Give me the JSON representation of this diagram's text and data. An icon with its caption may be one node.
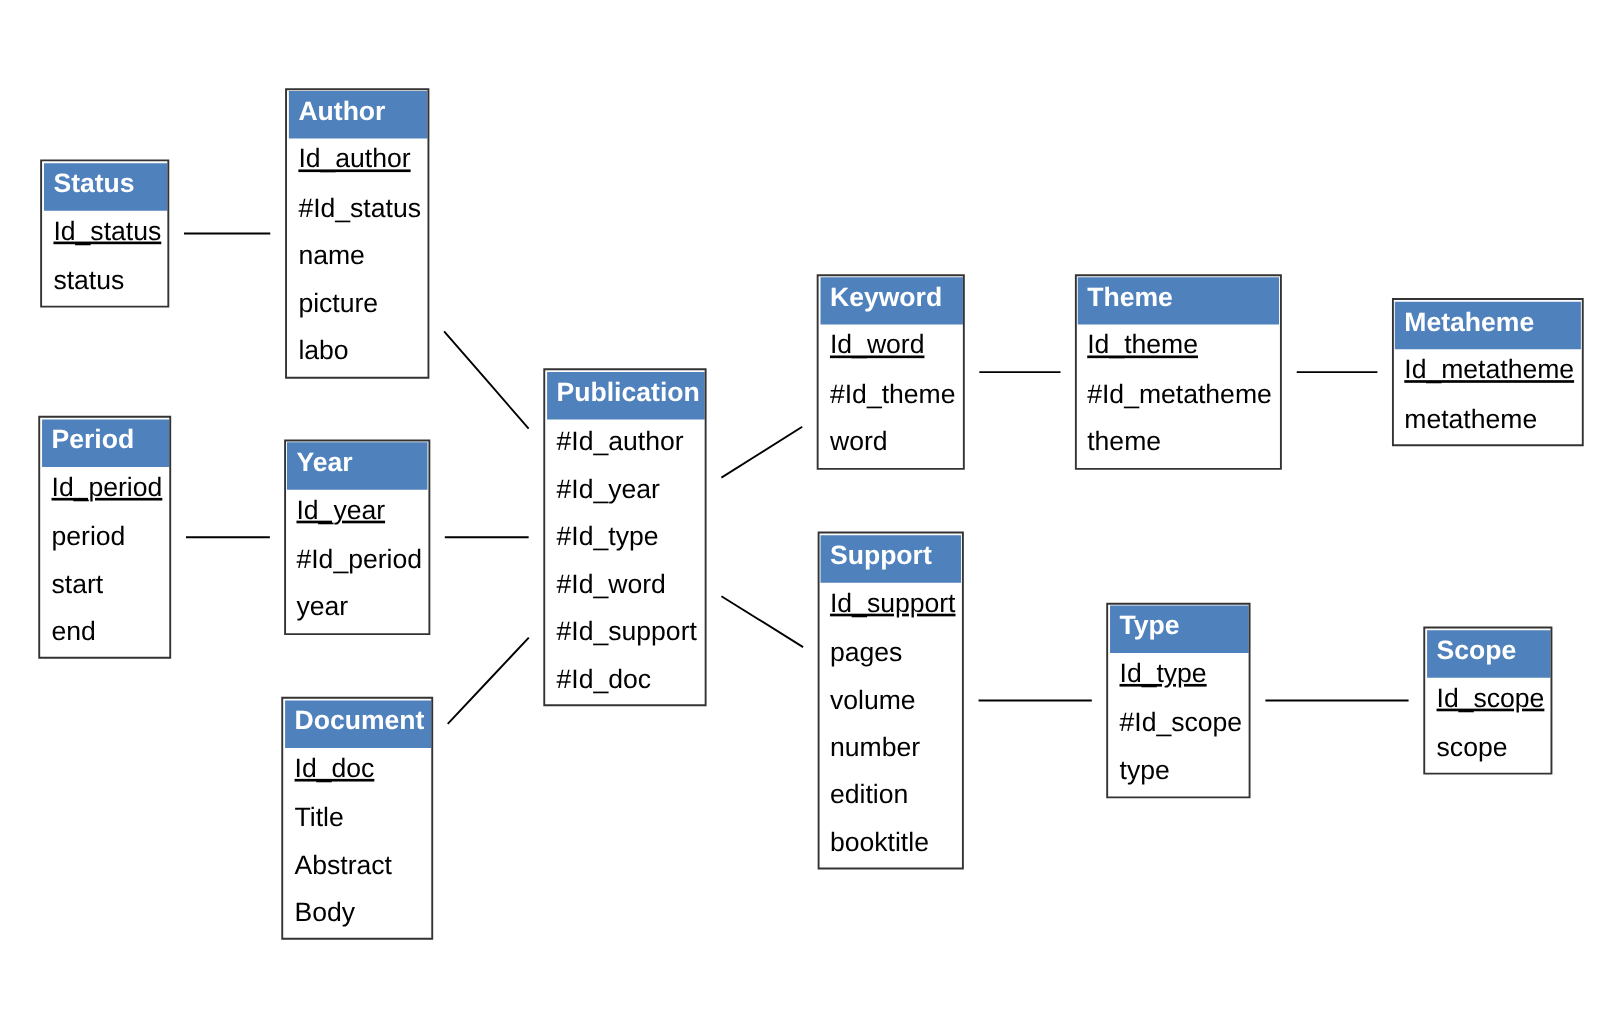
{
  "diagram": {
    "nodes": [
      {
        "text": [
          "Status",
          "Id_status",
          "status"
        ]
      },
      {
        "text": [
          "Author",
          "Id_author",
          "#Id_status",
          "name",
          "picture",
          "labo"
        ]
      },
      {
        "text": [
          "Keyword",
          "Id_word",
          "#Id_theme",
          "word"
        ]
      },
      {
        "text": [
          "Theme",
          "Id_theme",
          "#Id_metatheme",
          "theme"
        ]
      },
      {
        "text": [
          "Metaheme",
          "Id_metatheme",
          "metatheme"
        ]
      },
      {
        "text": [
          "Publication",
          "#Id_author",
          "#Id_year",
          "#Id_type",
          "#Id_word",
          "#Id_support",
          "#Id_doc"
        ]
      },
      {
        "text": [
          "Period",
          "Id_period",
          "period",
          "start",
          "end"
        ]
      },
      {
        "text": [
          "Year",
          "Id_year",
          "#Id_period",
          "year"
        ]
      },
      {
        "text": [
          "Support",
          "Id_support",
          "pages",
          "volume",
          "number",
          "edition",
          "booktitle"
        ]
      },
      {
        "text": [
          "Type",
          "Id_type",
          "#Id_scope",
          "type"
        ]
      },
      {
        "text": [
          "Scope",
          "Id_scope",
          "scope"
        ]
      },
      {
        "text": [
          "Document",
          "Id_doc",
          "Title",
          "Abstract",
          "Body"
        ]
      }
    ],
    "edges": [
      {
        "from": 0,
        "to": 1,
        "arrow": "none"
      },
      {
        "from": 1,
        "to": 5,
        "arrow": "none"
      },
      {
        "from": 6,
        "to": 7,
        "arrow": "none"
      },
      {
        "from": 7,
        "to": 5,
        "arrow": "none"
      },
      {
        "from": 11,
        "to": 5,
        "arrow": "none"
      },
      {
        "from": 5,
        "to": 2,
        "arrow": "none"
      },
      {
        "from": 2,
        "to": 3,
        "arrow": "none"
      },
      {
        "from": 3,
        "to": 4,
        "arrow": "none"
      },
      {
        "from": 5,
        "to": 8,
        "arrow": "none"
      },
      {
        "from": 8,
        "to": 9,
        "arrow": "none"
      },
      {
        "from": 9,
        "to": 10,
        "arrow": "none"
      }
    ]
  }
}
